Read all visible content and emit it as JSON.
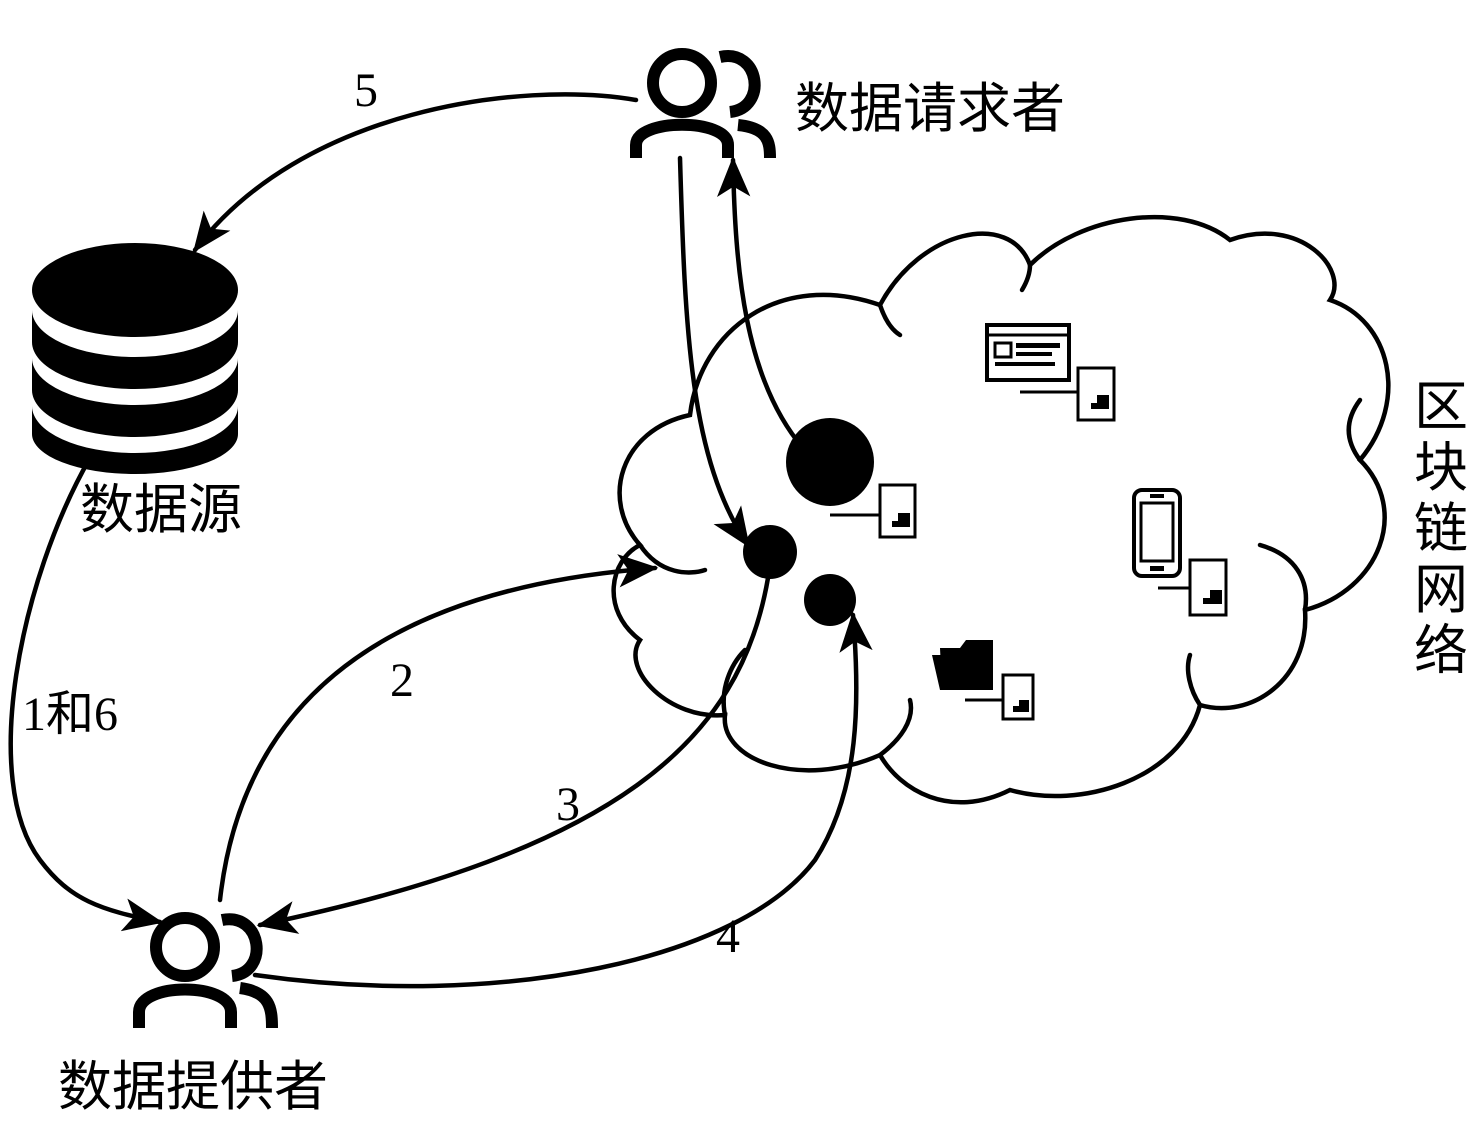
{
  "nodes": {
    "requester": {
      "label": "数据请求者",
      "icon": "users-icon"
    },
    "source": {
      "label": "数据源",
      "icon": "database-icon"
    },
    "provider": {
      "label": "数据提供者",
      "icon": "users-icon"
    },
    "network": {
      "label": "区块链网络",
      "icon": "cloud-icon"
    }
  },
  "edges": {
    "e1_6": "1和6",
    "e2": "2",
    "e3": "3",
    "e4": "4",
    "e5": "5"
  },
  "colors": {
    "ink": "#000000",
    "background": "#ffffff"
  }
}
